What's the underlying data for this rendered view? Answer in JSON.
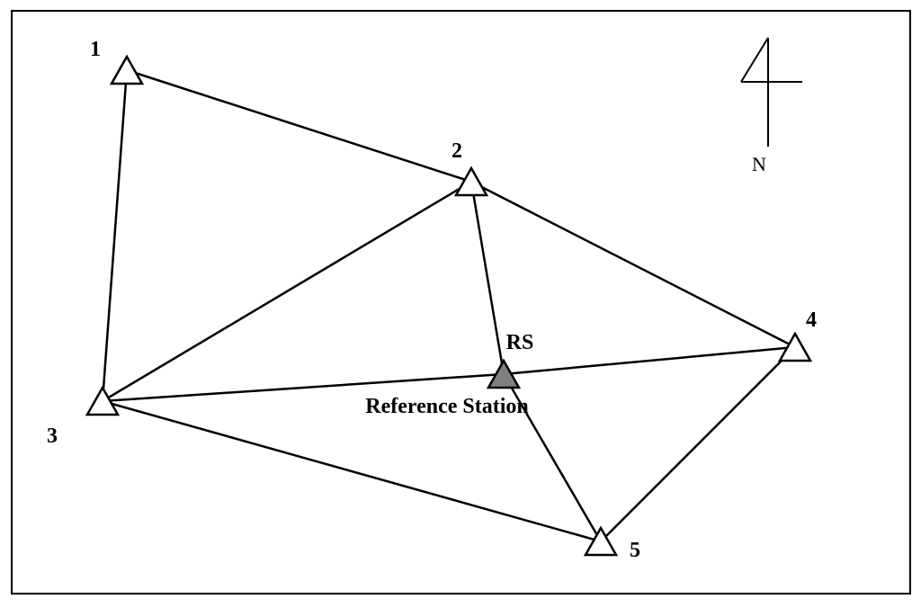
{
  "diagram": {
    "stations": [
      {
        "id": "1",
        "label": "1"
      },
      {
        "id": "2",
        "label": "2"
      },
      {
        "id": "3",
        "label": "3"
      },
      {
        "id": "4",
        "label": "4"
      },
      {
        "id": "5",
        "label": "5"
      },
      {
        "id": "RS",
        "label": "RS",
        "caption": "Reference Station",
        "filled": true
      }
    ],
    "baselines": [
      [
        "1",
        "2"
      ],
      [
        "1",
        "3"
      ],
      [
        "2",
        "3"
      ],
      [
        "2",
        "4"
      ],
      [
        "2",
        "RS"
      ],
      [
        "3",
        "RS"
      ],
      [
        "RS",
        "4"
      ],
      [
        "RS",
        "5"
      ],
      [
        "3",
        "5"
      ],
      [
        "4",
        "5"
      ]
    ],
    "north_label": "N",
    "colors": {
      "line": "#000000",
      "marker_fill": "#ffffff",
      "reference_fill": "#808080"
    }
  }
}
